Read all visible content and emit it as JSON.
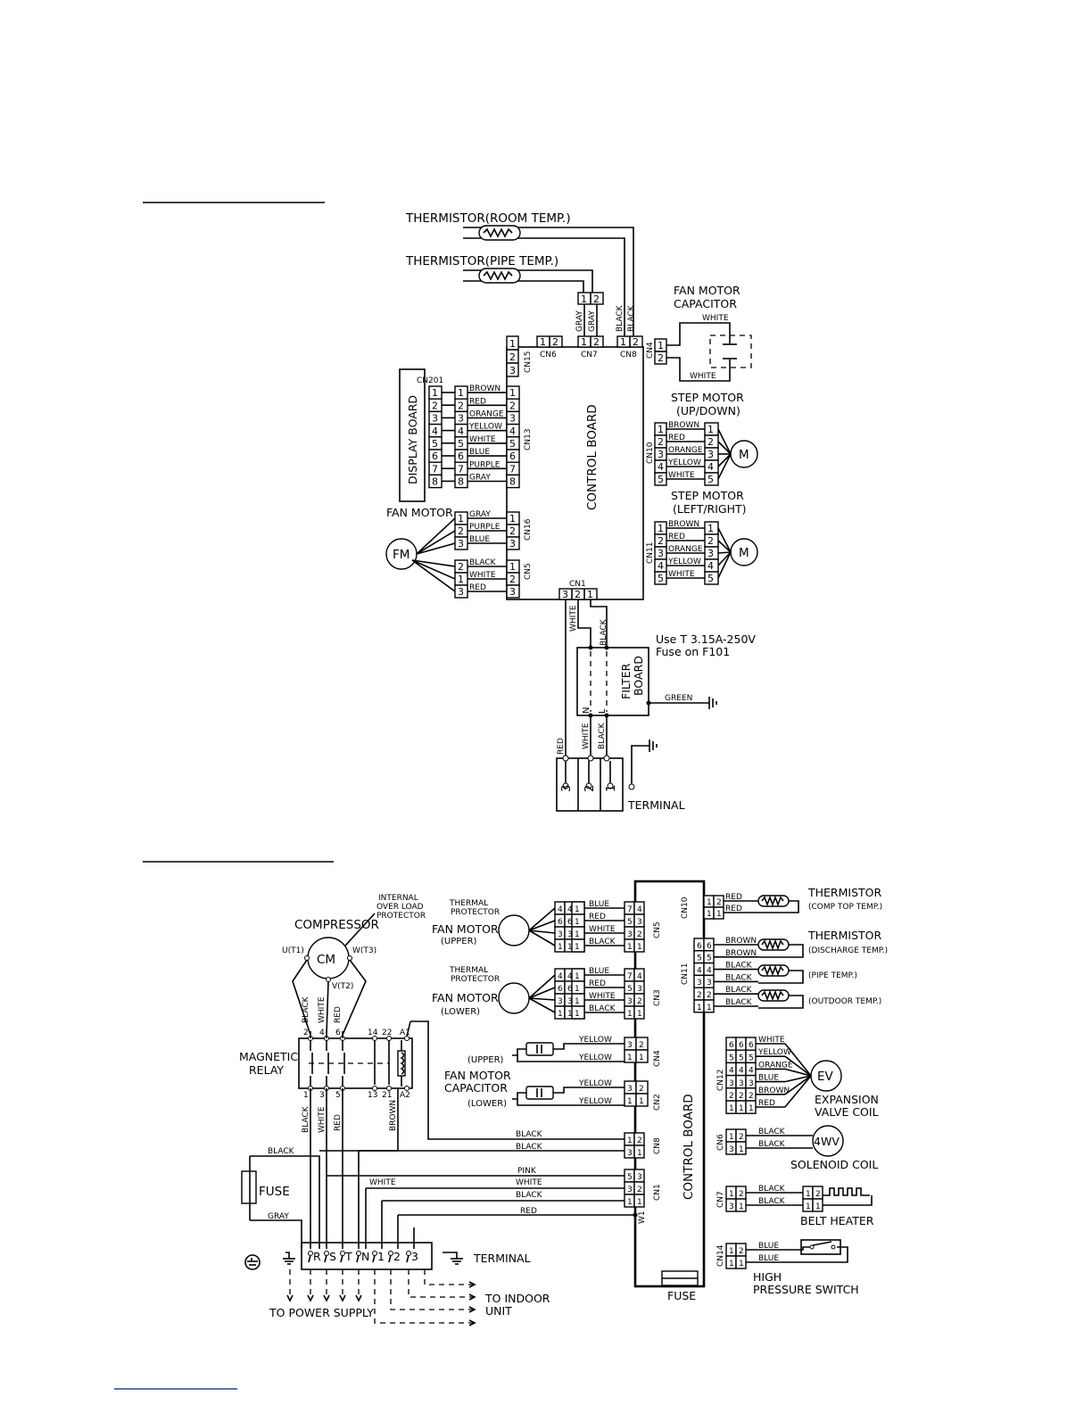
{
  "indoor": {
    "thermistor_room": "THERMISTOR(ROOM TEMP.)",
    "thermistor_pipe": "THERMISTOR(PIPE TEMP.)",
    "fan_motor_capacitor": [
      "FAN MOTOR",
      "CAPACITOR"
    ],
    "white": "WHITE",
    "control_board": "CONTROL BOARD",
    "display_board": "DISPLAY BOARD",
    "cn201": "CN201",
    "cn13_colors": [
      "BROWN",
      "RED",
      "ORANGE",
      "YELLOW",
      "WHITE",
      "BLUE",
      "PURPLE",
      "GRAY"
    ],
    "step_updown": [
      "STEP MOTOR",
      "(UP/DOWN)"
    ],
    "step_leftright": [
      "STEP MOTOR",
      "(LEFT/RIGHT)"
    ],
    "step_colors": [
      "BROWN",
      "RED",
      "ORANGE",
      "YELLOW",
      "WHITE"
    ],
    "fan_motor": "FAN MOTOR",
    "fm": "FM",
    "m": "M",
    "cn16_colors": [
      "GRAY",
      "PURPLE",
      "BLUE"
    ],
    "cn5_colors": [
      "BLACK",
      "WHITE",
      "RED"
    ],
    "gray": "GRAY",
    "black": "BLACK",
    "red": "RED",
    "green": "GREEN",
    "fuse_note": [
      "Use T 3.15A-250V",
      "Fuse on F101"
    ],
    "filter_board": [
      "FILTER",
      "BOARD"
    ],
    "terminal": "TERMINAL",
    "connectors": {
      "cn15": "CN15",
      "cn6": "CN6",
      "cn7": "CN7",
      "cn8": "CN8",
      "cn4": "CN4",
      "cn13": "CN13",
      "cn10": "CN10",
      "cn11": "CN11",
      "cn16": "CN16",
      "cn5": "CN5",
      "cn1": "CN1"
    },
    "n": "N",
    "l": "L"
  },
  "outdoor": {
    "internal_overload": [
      "INTERNAL",
      "OVER LOAD",
      "PROTECTOR"
    ],
    "compressor": "COMPRESSOR",
    "cm": "CM",
    "u_t1": "U(T1)",
    "w_t3": "W(T3)",
    "v_t2": "V(T2)",
    "magnetic_relay": [
      "MAGNETIC",
      "RELAY"
    ],
    "relay_top": [
      "2",
      "4",
      "6",
      "14",
      "22",
      "A1"
    ],
    "relay_bottom": [
      "1",
      "3",
      "5",
      "13",
      "21",
      "A2"
    ],
    "thermal_protector": [
      "THERMAL",
      "PROTECTOR"
    ],
    "fan_upper": [
      "FAN MOTOR",
      "(UPPER)"
    ],
    "fan_lower": [
      "FAN MOTOR",
      "(LOWER)"
    ],
    "fan_colors": [
      "BLUE",
      "RED",
      "WHITE",
      "BLACK"
    ],
    "upper": "(UPPER)",
    "lower": "(LOWER)",
    "fan_cap": [
      "FAN MOTOR",
      "CAPACITOR"
    ],
    "yellow": "YELLOW",
    "black": "BLACK",
    "white": "WHITE",
    "red": "RED",
    "brown": "BROWN",
    "pink": "PINK",
    "gray": "GRAY",
    "blue": "BLUE",
    "fuse": "FUSE",
    "terminal": "TERMINAL",
    "terminal_marks": [
      "R",
      "S",
      "T",
      "N",
      "1",
      "2",
      "3"
    ],
    "to_power_supply": "TO POWER SUPPLY",
    "to_indoor": [
      "TO INDOOR",
      "UNIT"
    ],
    "w1": "W1",
    "control_board": "CONTROL BOARD",
    "thermistor": "THERMISTOR",
    "comp_top": "(COMP TOP TEMP.)",
    "discharge": "(DISCHARGE TEMP.)",
    "pipe": "(PIPE TEMP.)",
    "outdoor_temp": "(OUTDOOR TEMP.)",
    "ev": "EV",
    "ev_colors": [
      "WHITE",
      "YELLOW",
      "ORANGE",
      "BLUE",
      "BROWN",
      "RED"
    ],
    "expansion": [
      "EXPANSION",
      "VALVE COIL"
    ],
    "four_wv": "4WV",
    "solenoid": "SOLENOID COIL",
    "belt_heater": "BELT HEATER",
    "hp_switch": [
      "HIGH",
      "PRESSURE SWITCH"
    ],
    "connectors": {
      "cn5": "CN5",
      "cn3": "CN3",
      "cn4": "CN4",
      "cn2": "CN2",
      "cn8": "CN8",
      "cn1": "CN1",
      "cn10": "CN10",
      "cn11": "CN11",
      "cn12": "CN12",
      "cn6": "CN6",
      "cn7": "CN7",
      "cn14": "CN14"
    }
  }
}
